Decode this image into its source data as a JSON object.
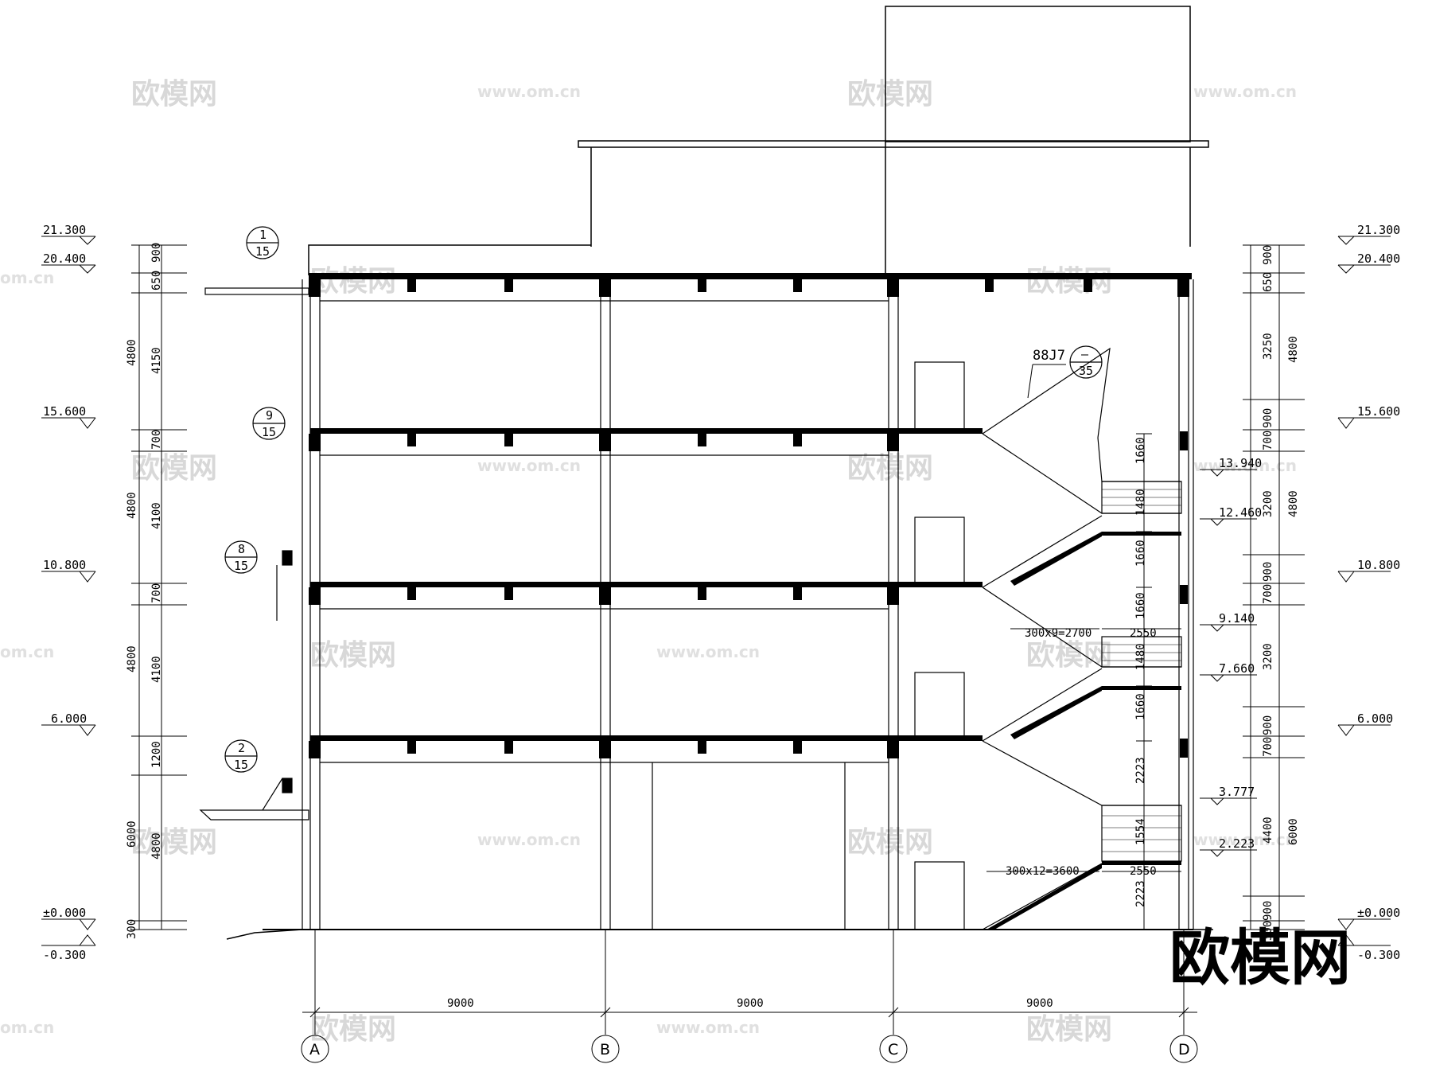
{
  "drawing": {
    "elevations_left": [
      "21.300",
      "20.400",
      "15.600",
      "10.800",
      "6.000",
      "±0.000",
      "-0.300"
    ],
    "elevations_right": [
      "21.300",
      "20.400",
      "15.600",
      "10.800",
      "6.000",
      "±0.000",
      "-0.300"
    ],
    "elevations_stair": [
      "13.940",
      "12.460",
      "9.140",
      "7.660",
      "3.777",
      "2.223"
    ],
    "left_dims_outer": [
      "900",
      "650",
      "4800",
      "4800",
      "4800",
      "6000",
      "300"
    ],
    "left_dims_inner": [
      "4150",
      "700",
      "4100",
      "700",
      "4100",
      "1200",
      "4800"
    ],
    "right_dims_inner": [
      "900",
      "650",
      "3250",
      "900",
      "700",
      "3200",
      "900",
      "700",
      "3200",
      "900",
      "700",
      "4400",
      "900",
      "300"
    ],
    "right_dims_outer": [
      "4800",
      "4800",
      "6000"
    ],
    "stair_dims": [
      "1660",
      "1480",
      "1660",
      "1660",
      "1480",
      "1660",
      "2223",
      "1554",
      "2223"
    ],
    "stair_run_labels": [
      "300x9=2700",
      "300x12=3600"
    ],
    "landing_widths": [
      "2550",
      "2550"
    ],
    "detail_ref": "88J7",
    "detail_symbols": [
      {
        "top": "1",
        "bottom": "15"
      },
      {
        "top": "9",
        "bottom": "15"
      },
      {
        "top": "8",
        "bottom": "15"
      },
      {
        "top": "2",
        "bottom": "15"
      },
      {
        "top": "—",
        "bottom": "35"
      }
    ],
    "bay_dims": [
      "9000",
      "9000",
      "9000"
    ],
    "grid_axes": [
      "A",
      "B",
      "C",
      "D"
    ],
    "watermarks": [
      "欧模网",
      "www.om.cn",
      "om.cn"
    ],
    "brand_watermark": "欧模网"
  }
}
